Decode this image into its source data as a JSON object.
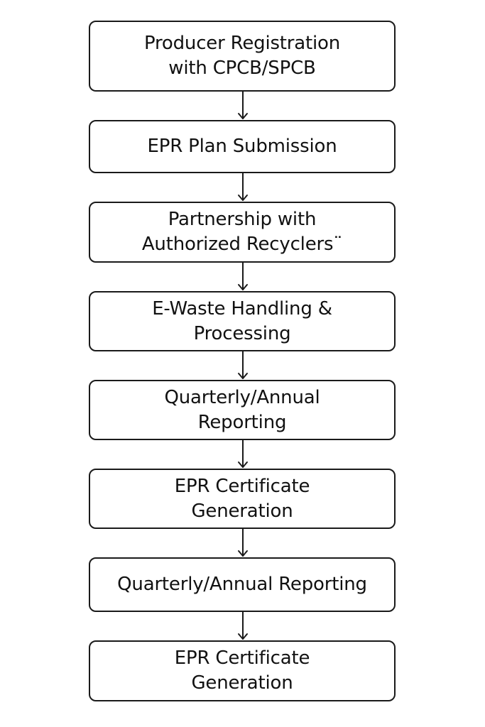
{
  "flowchart": {
    "steps": [
      {
        "lines": [
          "Producer Registration",
          "with CPCB/SPCB"
        ]
      },
      {
        "lines": [
          "EPR Plan Submission"
        ]
      },
      {
        "lines": [
          "Partnership with",
          "Authorized Recyclers¨"
        ]
      },
      {
        "lines": [
          "E-Waste Handling &",
          "Processing"
        ]
      },
      {
        "lines": [
          "Quarterly/Annual",
          "Reporting"
        ]
      },
      {
        "lines": [
          "EPR Certificate",
          "Generation"
        ]
      },
      {
        "lines": [
          "Quarterly/Annual Reporting"
        ]
      },
      {
        "lines": [
          "EPR Certificate",
          "Generation"
        ]
      }
    ],
    "colors": {
      "border": "#1a1a1a",
      "text": "#111111",
      "background": "#ffffff"
    }
  }
}
